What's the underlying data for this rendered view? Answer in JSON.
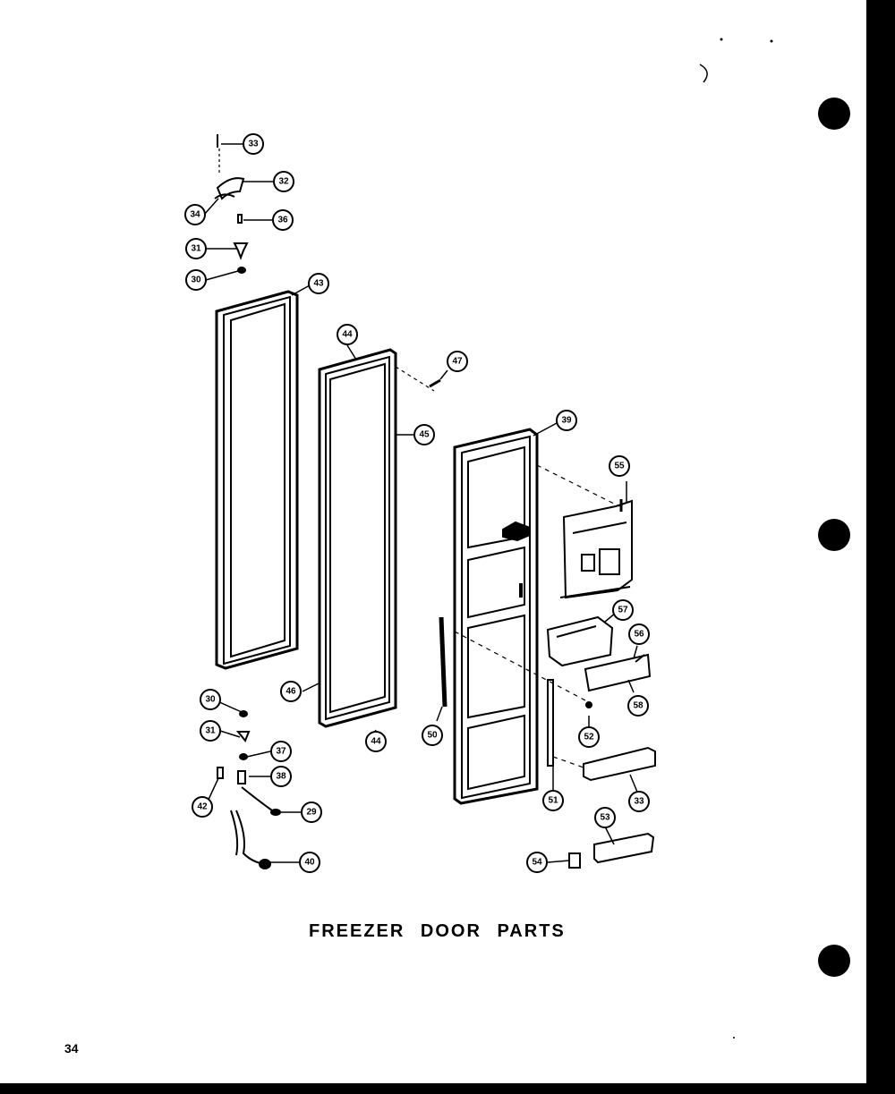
{
  "caption": "FREEZER DOOR PARTS",
  "page_number": "34",
  "callouts": [
    {
      "id": "c33a",
      "label": "33"
    },
    {
      "id": "c32",
      "label": "32"
    },
    {
      "id": "c34",
      "label": "34"
    },
    {
      "id": "c36",
      "label": "36"
    },
    {
      "id": "c31a",
      "label": "31"
    },
    {
      "id": "c30a",
      "label": "30"
    },
    {
      "id": "c43",
      "label": "43"
    },
    {
      "id": "c44a",
      "label": "44"
    },
    {
      "id": "c47",
      "label": "47"
    },
    {
      "id": "c45",
      "label": "45"
    },
    {
      "id": "c39",
      "label": "39"
    },
    {
      "id": "c55",
      "label": "55"
    },
    {
      "id": "c57",
      "label": "57"
    },
    {
      "id": "c56",
      "label": "56"
    },
    {
      "id": "c58",
      "label": "58"
    },
    {
      "id": "c30b",
      "label": "30"
    },
    {
      "id": "c46",
      "label": "46"
    },
    {
      "id": "c31b",
      "label": "31"
    },
    {
      "id": "c37",
      "label": "37"
    },
    {
      "id": "c44b",
      "label": "44"
    },
    {
      "id": "c50",
      "label": "50"
    },
    {
      "id": "c52",
      "label": "52"
    },
    {
      "id": "c38",
      "label": "38"
    },
    {
      "id": "c42",
      "label": "42"
    },
    {
      "id": "c29",
      "label": "29"
    },
    {
      "id": "c51",
      "label": "51"
    },
    {
      "id": "c53",
      "label": "53"
    },
    {
      "id": "c33b",
      "label": "33"
    },
    {
      "id": "c40",
      "label": "40"
    },
    {
      "id": "c54",
      "label": "54"
    }
  ],
  "colors": {
    "ink": "#000000",
    "paper": "#ffffff"
  }
}
